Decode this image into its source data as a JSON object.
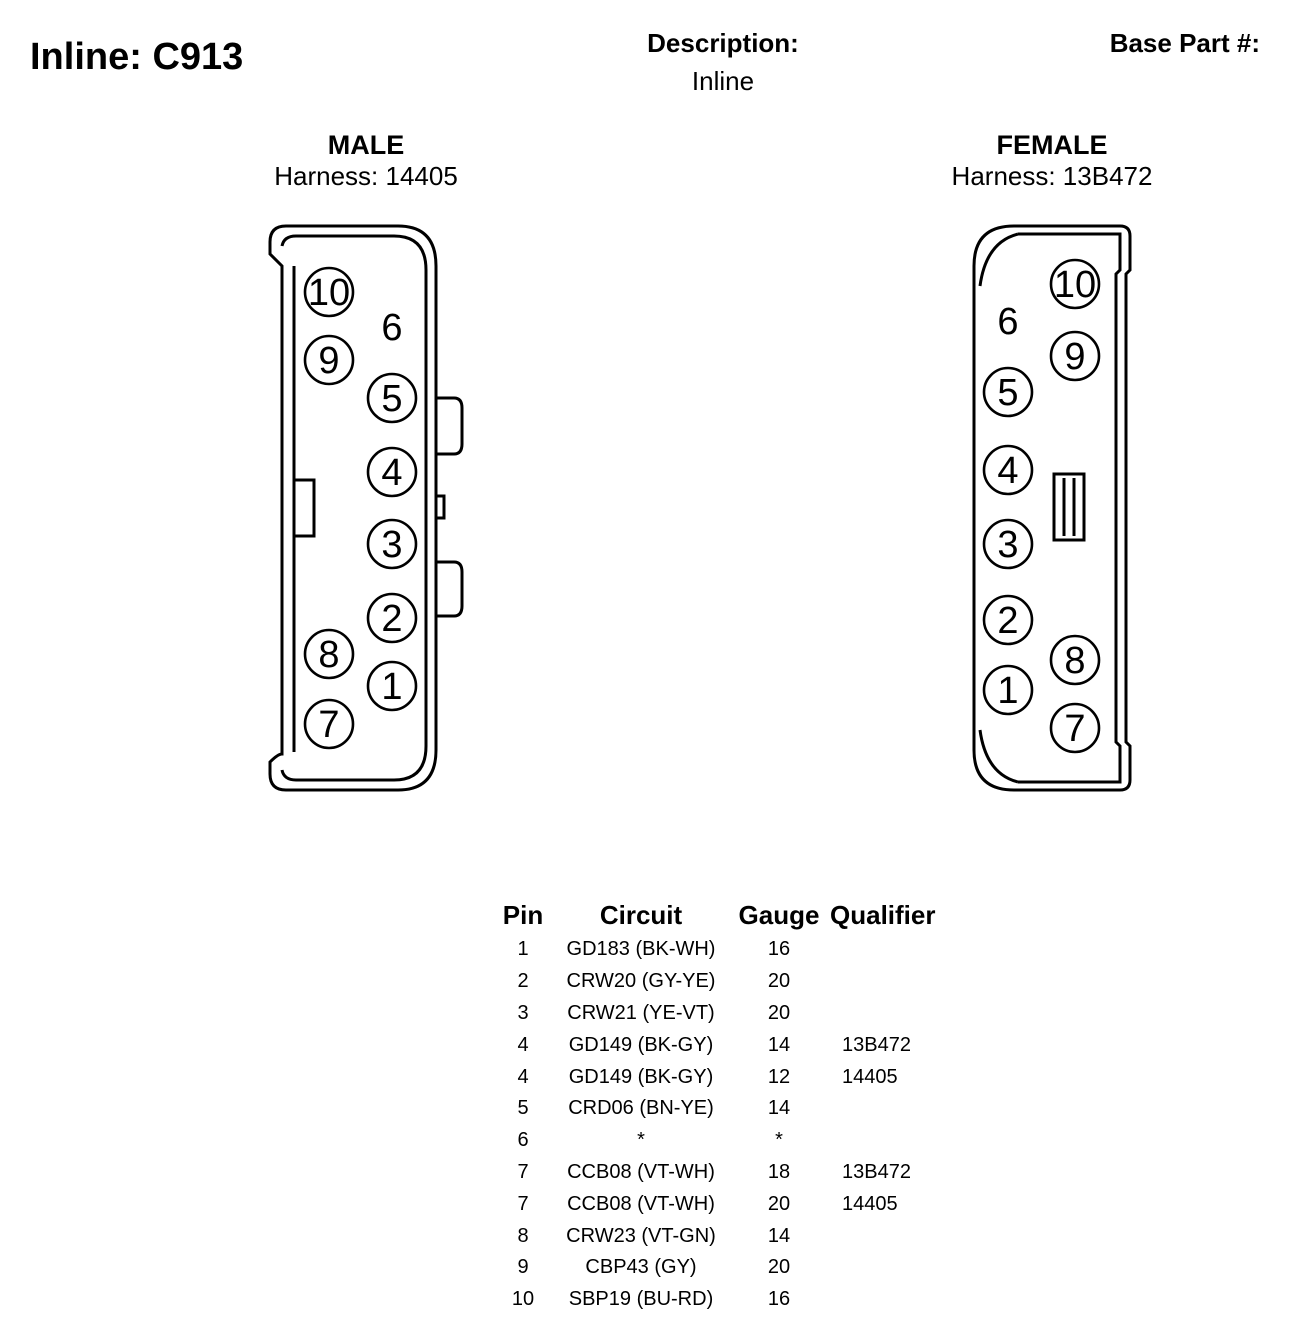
{
  "header": {
    "title": "Inline: C913",
    "description_label": "Description:",
    "description_value": "Inline",
    "base_part_label": "Base Part #:"
  },
  "male": {
    "label": "MALE",
    "harness": "Harness: 14405",
    "pins": [
      "10",
      "9",
      "6",
      "5",
      "4",
      "3",
      "2",
      "8",
      "1",
      "7"
    ]
  },
  "female": {
    "label": "FEMALE",
    "harness": "Harness: 13B472",
    "pins": [
      "10",
      "9",
      "6",
      "5",
      "4",
      "3",
      "2",
      "8",
      "1",
      "7"
    ]
  },
  "table": {
    "headers": [
      "Pin",
      "Circuit",
      "Gauge",
      "Qualifier"
    ],
    "rows": [
      {
        "pin": "1",
        "circuit": "GD183 (BK-WH)",
        "gauge": "16",
        "qualifier": ""
      },
      {
        "pin": "2",
        "circuit": "CRW20 (GY-YE)",
        "gauge": "20",
        "qualifier": ""
      },
      {
        "pin": "3",
        "circuit": "CRW21 (YE-VT)",
        "gauge": "20",
        "qualifier": ""
      },
      {
        "pin": "4",
        "circuit": "GD149 (BK-GY)",
        "gauge": "14",
        "qualifier": "13B472"
      },
      {
        "pin": "4",
        "circuit": "GD149 (BK-GY)",
        "gauge": "12",
        "qualifier": "14405"
      },
      {
        "pin": "5",
        "circuit": "CRD06 (BN-YE)",
        "gauge": "14",
        "qualifier": ""
      },
      {
        "pin": "6",
        "circuit": "*",
        "gauge": "*",
        "qualifier": ""
      },
      {
        "pin": "7",
        "circuit": "CCB08 (VT-WH)",
        "gauge": "18",
        "qualifier": "13B472"
      },
      {
        "pin": "7",
        "circuit": "CCB08 (VT-WH)",
        "gauge": "20",
        "qualifier": "14405"
      },
      {
        "pin": "8",
        "circuit": "CRW23 (VT-GN)",
        "gauge": "14",
        "qualifier": ""
      },
      {
        "pin": "9",
        "circuit": "CBP43 (GY)",
        "gauge": "20",
        "qualifier": ""
      },
      {
        "pin": "10",
        "circuit": "SBP19 (BU-RD)",
        "gauge": "16",
        "qualifier": ""
      }
    ]
  }
}
